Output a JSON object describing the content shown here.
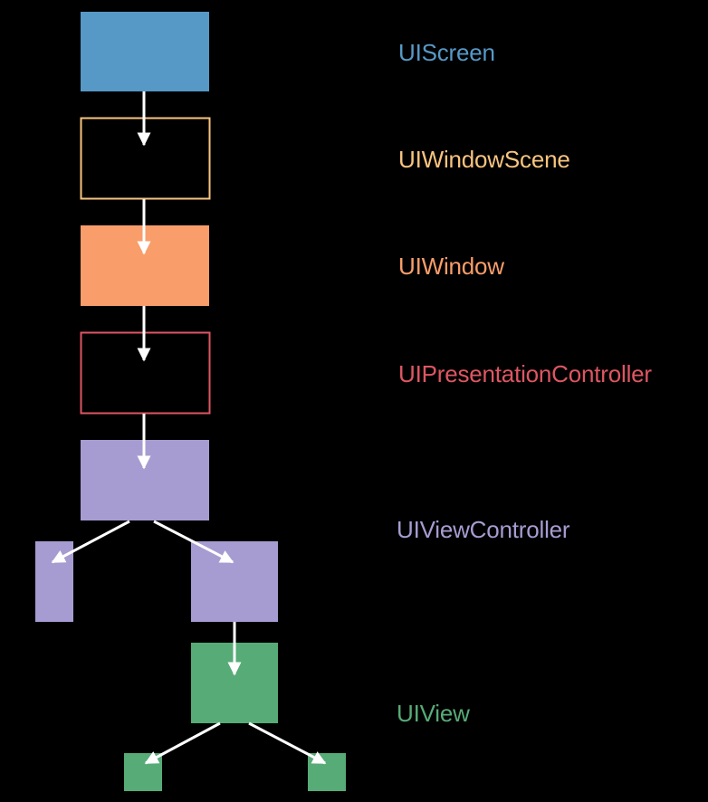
{
  "colors": {
    "background": "#000000",
    "screen": "#5699c7",
    "window_scene": "#f8c47f",
    "window": "#f99d6a",
    "presentation_controller": "#de5663",
    "view_controller": "#a79cd1",
    "view": "#57ab77",
    "arrow": "#ffffff"
  },
  "labels": {
    "screen": "UIScreen",
    "window_scene": "UIWindowScene",
    "window": "UIWindow",
    "presentation_controller": "UIPresentationController",
    "view_controller": "UIViewController",
    "view": "UIView"
  }
}
